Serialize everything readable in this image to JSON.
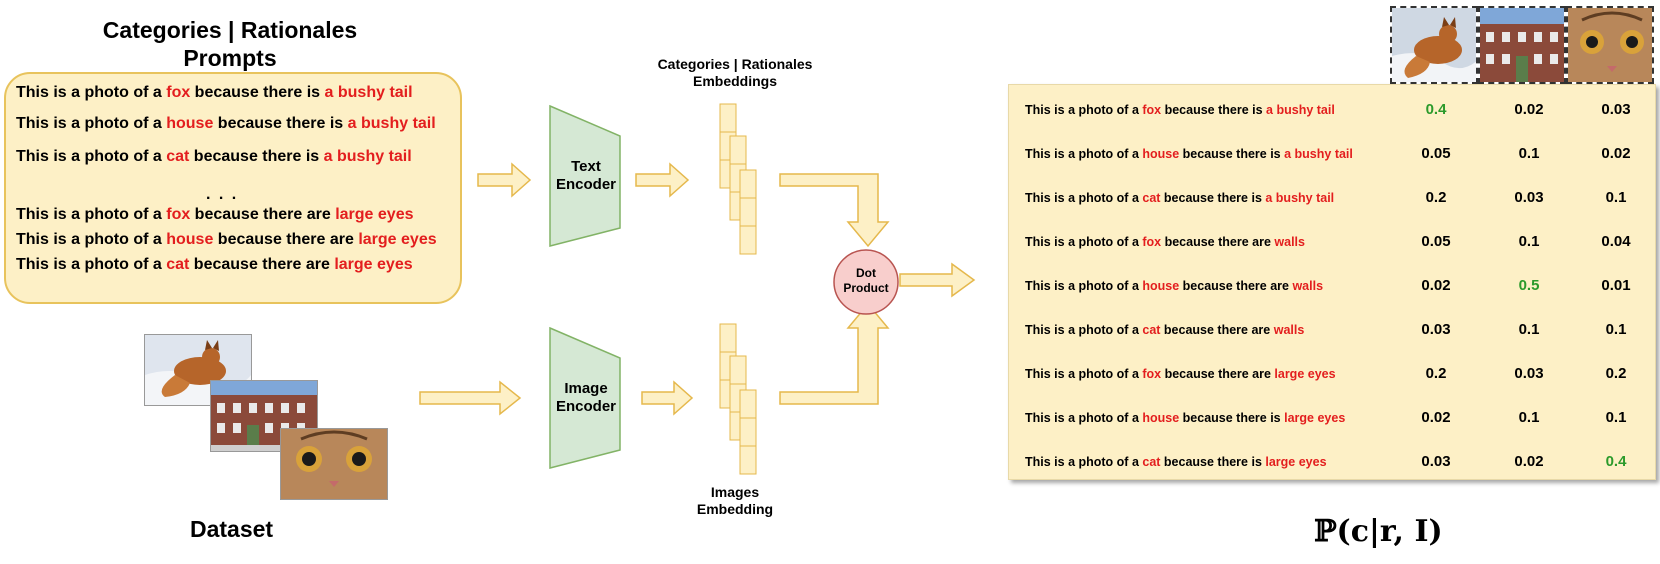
{
  "prompts_panel": {
    "title_line1": "Categories | Rationales",
    "title_line2": "Prompts",
    "lines": [
      {
        "prefix": "This is a photo of a ",
        "category": "fox",
        "middle": "  because there is ",
        "rationale": "a bushy tail"
      },
      {
        "prefix": "This is a photo of a ",
        "category": "house",
        "middle": " because there is ",
        "rationale": "a bushy tail"
      },
      {
        "prefix": "This is a photo of a ",
        "category": "cat",
        "middle": "  because there is ",
        "rationale": "a bushy tail"
      },
      {
        "prefix": "This is a photo of a ",
        "category": "fox",
        "middle": "  because there are ",
        "rationale": "large eyes"
      },
      {
        "prefix": "This is a photo of a ",
        "category": "house",
        "middle": " because there are ",
        "rationale": "large eyes"
      },
      {
        "prefix": "This is a photo of a ",
        "category": "cat",
        "middle": "  because there are ",
        "rationale": "large eyes"
      }
    ],
    "ellipsis": ". . ."
  },
  "dataset": {
    "label": "Dataset"
  },
  "text_encoder": {
    "line1": "Text",
    "line2": "Encoder"
  },
  "image_encoder": {
    "line1": "Image",
    "line2": "Encoder"
  },
  "text_embeddings": {
    "line1": "Categories | Rationales",
    "line2": "Embeddings"
  },
  "image_embeddings": {
    "line1": "Images",
    "line2": "Embedding"
  },
  "dot_product": {
    "line1": "Dot",
    "line2": "Product"
  },
  "probability_label": "ℙ(c|r, I)",
  "colors": {
    "category_highlight": "#e31e1e",
    "max_score": "#2b9a2b",
    "panel_fill": "#fdf0c6",
    "encoder_fill": "#d5e8d4",
    "dot_fill": "#f8cecc",
    "arrow_fill": "#fdf0c6",
    "arrow_stroke": "#e5b84c"
  },
  "score_table": {
    "columns": [
      "fox-image",
      "house-image",
      "cat-image"
    ],
    "rows": [
      {
        "prefix": "This is a photo of a ",
        "category": "fox",
        "middle": " because there is ",
        "rationale": "a bushy tail",
        "scores": [
          "0.4",
          "0.02",
          "0.03"
        ],
        "best": 0
      },
      {
        "prefix": "This is a photo of a ",
        "category": "house",
        "middle": " because there is ",
        "rationale": "a bushy tail",
        "scores": [
          "0.05",
          "0.1",
          "0.02"
        ],
        "best": -1
      },
      {
        "prefix": "This is a photo of a ",
        "category": "cat",
        "middle": " because there is ",
        "rationale": "a bushy tail",
        "scores": [
          "0.2",
          "0.03",
          "0.1"
        ],
        "best": -1
      },
      {
        "prefix": "This is a photo of a ",
        "category": "fox",
        "middle": " because there are ",
        "rationale": "walls",
        "scores": [
          "0.05",
          "0.1",
          "0.04"
        ],
        "best": -1
      },
      {
        "prefix": "This is a photo of a ",
        "category": "house",
        "middle": " because there are ",
        "rationale": "walls",
        "scores": [
          "0.02",
          "0.5",
          "0.01"
        ],
        "best": 1
      },
      {
        "prefix": "This is a photo of a ",
        "category": "cat",
        "middle": " because there are ",
        "rationale": "walls",
        "scores": [
          "0.03",
          "0.1",
          "0.1"
        ],
        "best": -1
      },
      {
        "prefix": "This is a photo of a ",
        "category": "fox",
        "middle": " because there are ",
        "rationale": "large eyes",
        "scores": [
          "0.2",
          "0.03",
          "0.2"
        ],
        "best": -1
      },
      {
        "prefix": "This is a photo of a ",
        "category": "house",
        "middle": " because there is ",
        "rationale": "large eyes",
        "scores": [
          "0.02",
          "0.1",
          "0.1"
        ],
        "best": -1
      },
      {
        "prefix": "This is a photo of a ",
        "category": "cat",
        "middle": " because there is ",
        "rationale": "large eyes",
        "scores": [
          "0.03",
          "0.02",
          "0.4"
        ],
        "best": 2
      }
    ]
  }
}
